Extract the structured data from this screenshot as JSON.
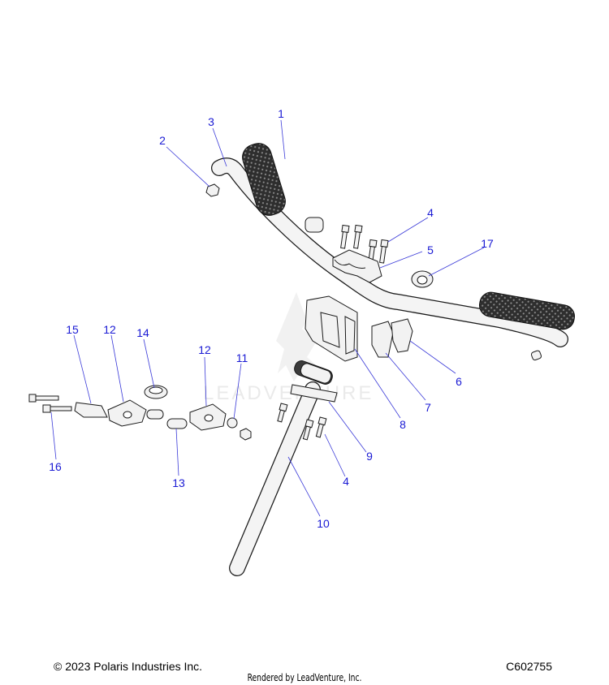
{
  "diagram": {
    "callouts": [
      "1",
      "2",
      "3",
      "4",
      "5",
      "17",
      "15",
      "12",
      "14",
      "12",
      "11",
      "6",
      "7",
      "8",
      "9",
      "16",
      "13",
      "4",
      "10"
    ],
    "watermark_text": "LEADVENTURE"
  },
  "footer": {
    "copyright": "© 2023 Polaris Industries Inc.",
    "rendered_by": "Rendered by LeadVenture, Inc.",
    "figure_code": "C602755"
  }
}
